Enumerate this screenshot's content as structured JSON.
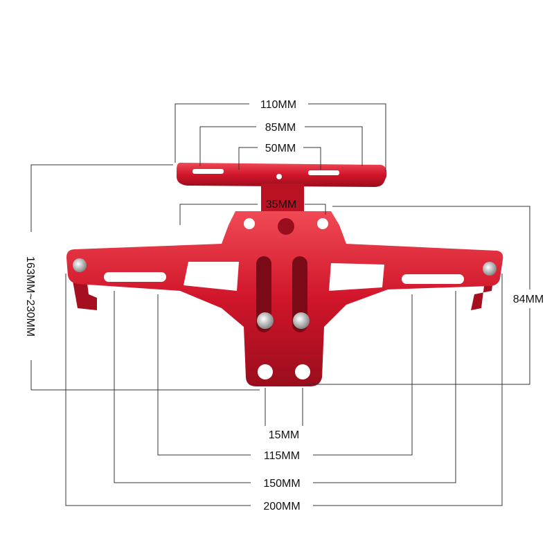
{
  "colors": {
    "bracket": "#d0152a",
    "bracket_dark": "#8e0b18",
    "bracket_light": "#f04a55",
    "line": "#333333"
  },
  "dimensions": {
    "top_outer": "110MM",
    "top_middle": "85MM",
    "top_inner": "50MM",
    "height_range": "163MM~230MM",
    "upper_holes": "35MM",
    "body_height": "84MM",
    "lower_holes": "15MM",
    "slot_inner": "115MM",
    "slot_outer": "150MM",
    "total_width": "200MM"
  }
}
